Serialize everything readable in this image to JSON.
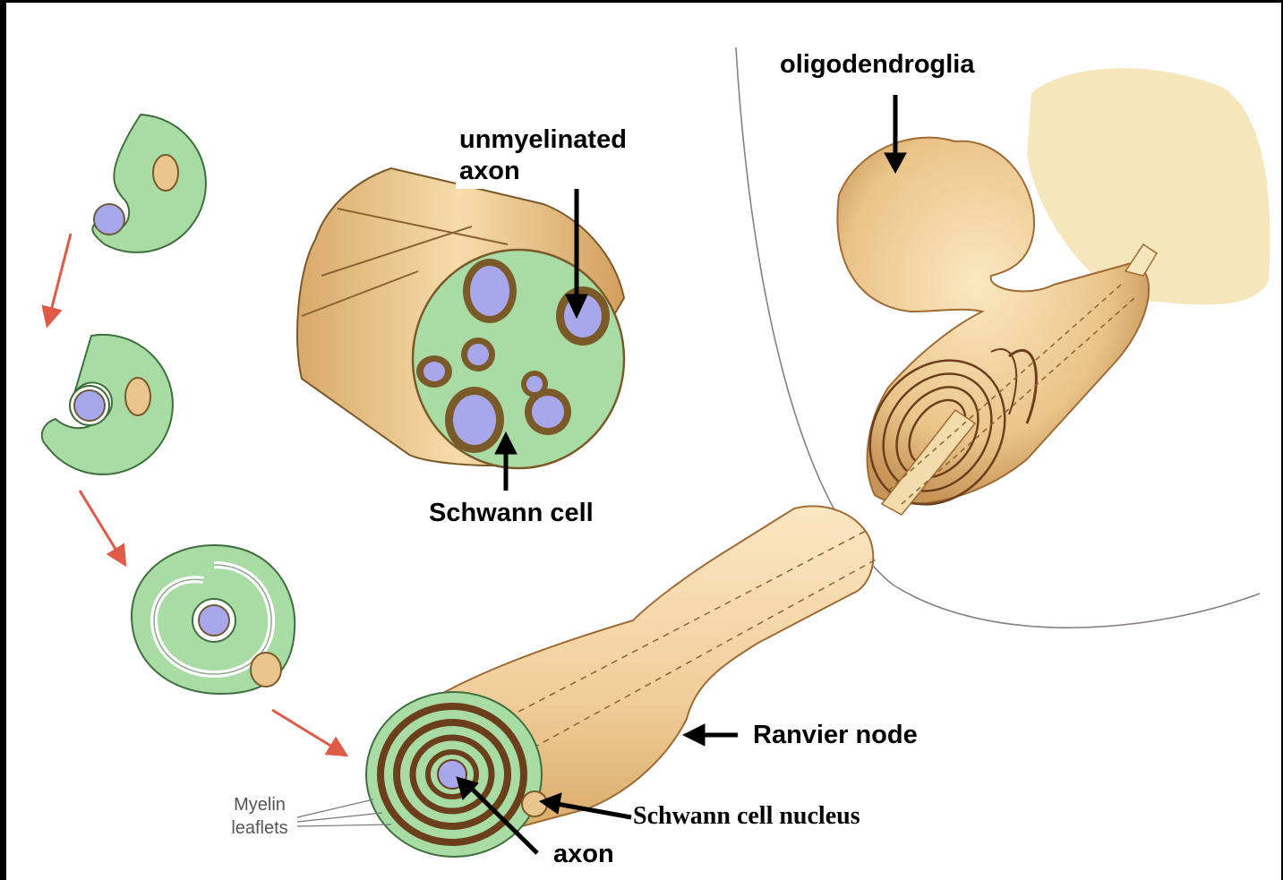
{
  "labels": {
    "unmyelinated_axon": "unmyelinated\naxon",
    "schwann_cell": "Schwann cell",
    "oligodendroglia": "oligodendroglia",
    "ranvier_node": "Ranvier node",
    "schwann_cell_nucleus": "Schwann cell nucleus",
    "axon": "axon",
    "myelin_leaflets": "Myelin leaflets"
  },
  "colors": {
    "cytoplasm_green": "#a8dca4",
    "axon_purple": "#a9a7ec",
    "myelin_tan": "#e9c68e",
    "myelin_dark": "#6b3f1c",
    "arrow_red": "#e05a48",
    "oligodendrocyte_body": "#f6e6bc"
  }
}
